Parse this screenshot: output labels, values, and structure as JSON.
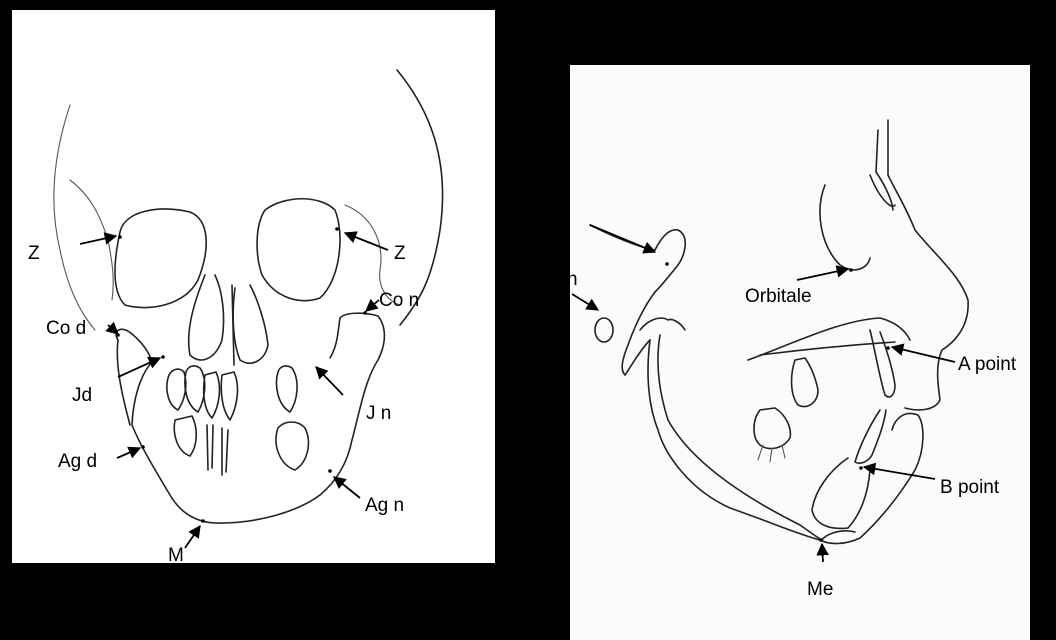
{
  "frontal": {
    "labels": {
      "z_left": "Z",
      "z_right": "Z",
      "co_right": "Co n",
      "co_left": "Co d",
      "j_left": "Jd",
      "j_right": "J n",
      "ag_left": "Ag d",
      "ag_right": "Ag n",
      "menton": "M"
    }
  },
  "lateral": {
    "labels": {
      "porion_partial": "n",
      "orbitale": "Orbitale",
      "a_point": "A point",
      "b_point": "B point",
      "menton": "Me"
    }
  },
  "colors": {
    "background": "#000000",
    "paper": "#ffffff",
    "ink": "#222222"
  }
}
